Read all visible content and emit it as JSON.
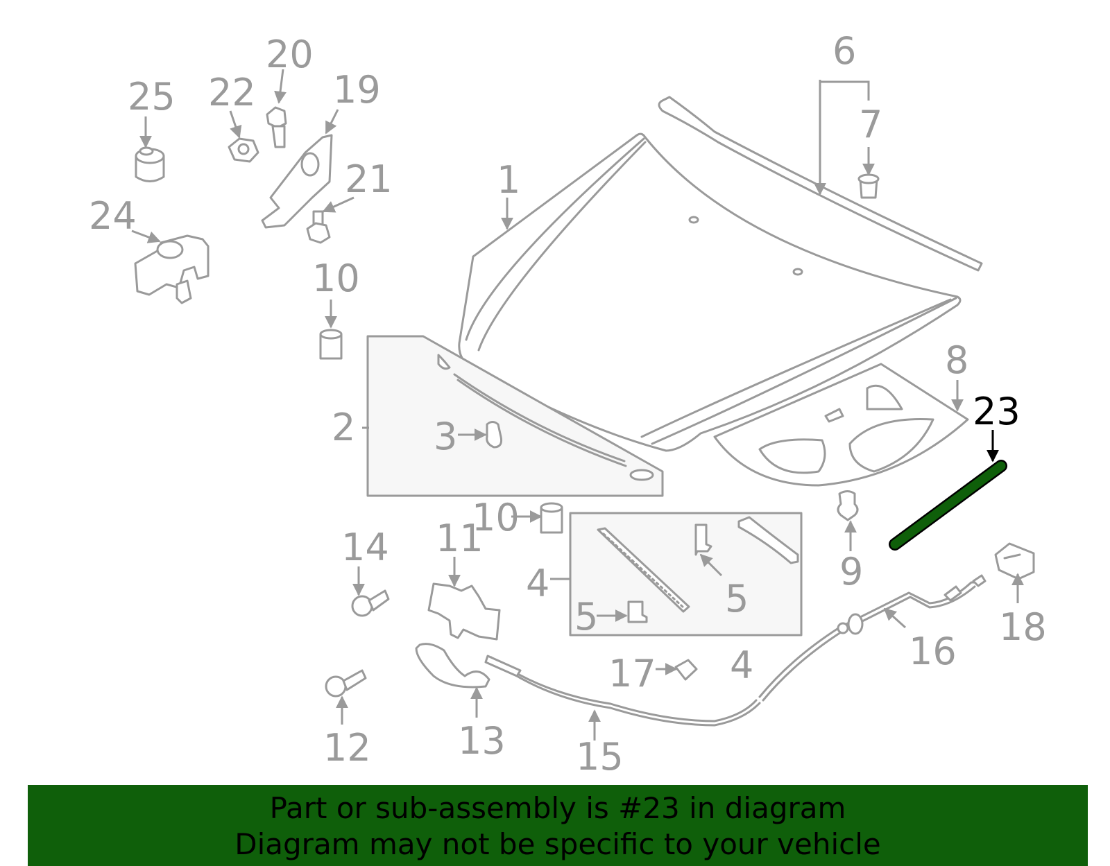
{
  "highlight_color": "#0f5f0a",
  "callouts": {
    "c1": "1",
    "c2": "2",
    "c3": "3",
    "c4a": "4",
    "c4b": "4",
    "c5a": "5",
    "c5b": "5",
    "c6": "6",
    "c7": "7",
    "c8": "8",
    "c9": "9",
    "c10a": "10",
    "c10b": "10",
    "c11": "11",
    "c12": "12",
    "c13": "13",
    "c14": "14",
    "c15": "15",
    "c16": "16",
    "c17": "17",
    "c18": "18",
    "c19": "19",
    "c20": "20",
    "c21": "21",
    "c22": "22",
    "c23": "23",
    "c24": "24",
    "c25": "25"
  },
  "banner": {
    "line1": "Part or sub-assembly is #23 in diagram",
    "line2": "Diagram may not be specific to your vehicle"
  }
}
